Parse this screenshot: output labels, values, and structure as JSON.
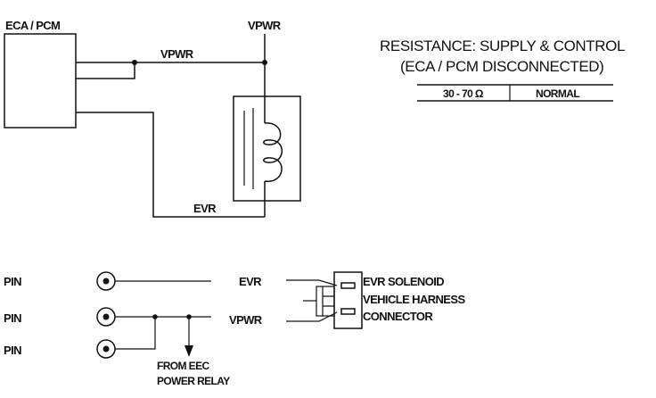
{
  "schematic": {
    "module_label": "ECA / PCM",
    "vpwr_top_label": "VPWR",
    "vpwr_wire_label": "VPWR",
    "evr_wire_label": "EVR"
  },
  "spec": {
    "title_line1": "RESISTANCE: SUPPLY & CONTROL",
    "title_line2": "(ECA / PCM DISCONNECTED)",
    "table": {
      "rows": [
        {
          "value": "30 - 70 Ω",
          "result": "NORMAL"
        }
      ]
    }
  },
  "pinout": {
    "pins": [
      {
        "label": "PIN",
        "circuit": "EVR"
      },
      {
        "label": "PIN",
        "circuit": "VPWR"
      },
      {
        "label": "PIN",
        "circuit": ""
      }
    ],
    "source_line1": "FROM EEC",
    "source_line2": "POWER RELAY",
    "connector_line1": "EVR SOLENOID",
    "connector_line2": "VEHICLE HARNESS",
    "connector_line3": "CONNECTOR"
  }
}
